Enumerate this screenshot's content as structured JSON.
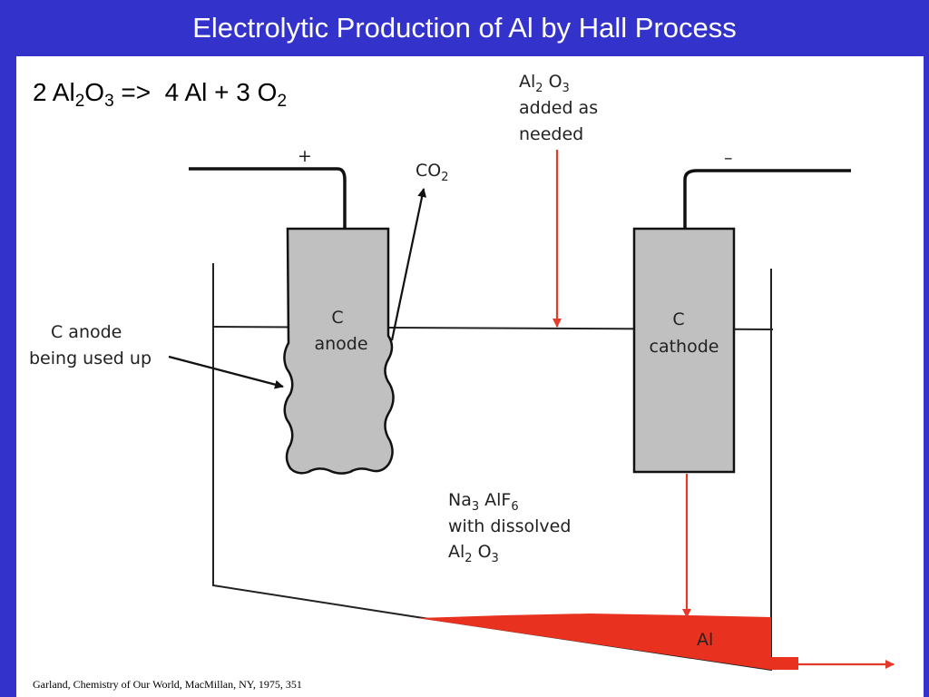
{
  "header": {
    "title": "Electrolytic Production of Al by Hall Process"
  },
  "equation": {
    "coef1": "2 Al",
    "sub1": "2",
    "o1": "O",
    "sub2": "3",
    "arrow": "=>  4 Al + 3 O",
    "sub3": "2"
  },
  "diagram": {
    "plus_sign": "+",
    "minus_sign": "–",
    "co2": {
      "main": "CO",
      "sub": "2"
    },
    "al2o3_added": {
      "al": "Al",
      "al_sub": "2",
      "o": "O",
      "o_sub": "3",
      "line2": "added as",
      "line3": "needed"
    },
    "anode_label": {
      "line1": "C anode",
      "line2": "being used up"
    },
    "anode_electrode": {
      "line1": "C",
      "line2": "anode"
    },
    "cathode_electrode": {
      "line1": "C",
      "line2": "cathode"
    },
    "electrolyte": {
      "na": "Na",
      "na_sub": "3",
      "alf": "AlF",
      "alf_sub": "6",
      "line2": "with dissolved",
      "al": "Al",
      "al_sub": "2",
      "o": "O",
      "o_sub": "3"
    },
    "molten_al": "Al",
    "colors": {
      "molten_al": "#e8321f",
      "electrode": "#c0c0c0",
      "frame": "#3333cc"
    }
  },
  "citation": "Garland, Chemistry of Our World, MacMillan, NY, 1975, 351"
}
